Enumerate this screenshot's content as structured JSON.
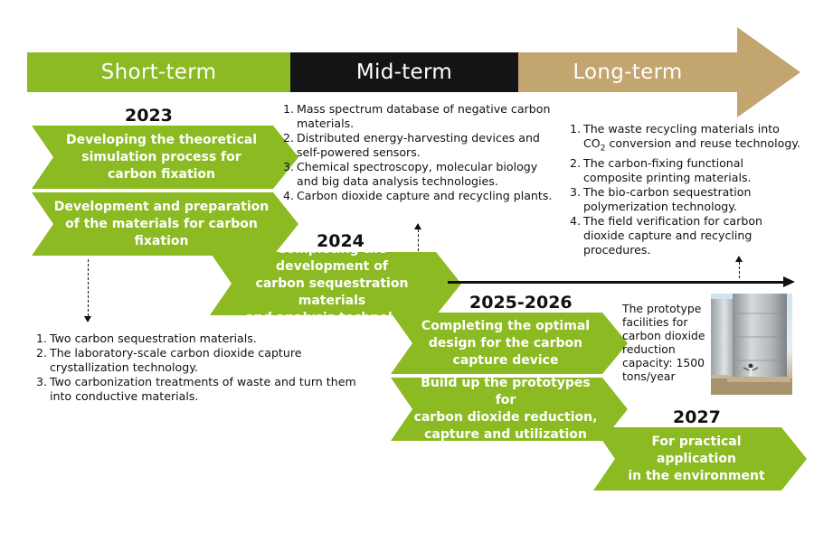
{
  "banner": {
    "short": "Short-term",
    "mid": "Mid-term",
    "long": "Long-term"
  },
  "years": {
    "y2023": "2023",
    "y2024": "2024",
    "y2025": "2025-2026",
    "y2027": "2027"
  },
  "milestones": {
    "m1": [
      "Developing the theoretical",
      "simulation process for",
      "carbon fixation"
    ],
    "m2": [
      "Development and preparation",
      "of the materials for carbon",
      "fixation"
    ],
    "m3": [
      "Completing the development of",
      "carbon sequestration materials",
      "and analysis technology"
    ],
    "m4": [
      "Completing the optimal",
      "design for the carbon",
      "capture device"
    ],
    "m5": [
      "Build up the prototypes for",
      "carbon dioxide reduction,",
      "capture  and utilization"
    ],
    "m6": [
      "For practical application",
      "in the environment"
    ]
  },
  "short_term_list": [
    {
      "num": "1.",
      "lines": [
        "Two carbon sequestration materials."
      ]
    },
    {
      "num": "2.",
      "lines": [
        "The laboratory-scale carbon dioxide capture",
        "crystallization technology."
      ]
    },
    {
      "num": "3.",
      "lines": [
        "Two carbonization treatments of waste and turn them",
        "into conductive materials."
      ]
    }
  ],
  "mid_term_list": [
    {
      "num": "1.",
      "lines": [
        "Mass spectrum database of negative carbon",
        "materials."
      ]
    },
    {
      "num": "2.",
      "lines": [
        "Distributed energy-harvesting devices and",
        "self-powered sensors."
      ]
    },
    {
      "num": "3.",
      "lines": [
        "Chemical spectroscopy, molecular biology",
        "and big data analysis technologies."
      ]
    },
    {
      "num": "4.",
      "lines": [
        "Carbon dioxide capture and recycling plants."
      ]
    }
  ],
  "long_term_list": {
    "item1": {
      "num": "1.",
      "line1": "The waste recycling materials into",
      "co_prefix": "CO",
      "co_sub": "2",
      "line2_rest": " conversion and reuse technology."
    },
    "rest": [
      {
        "num": "2.",
        "lines": [
          "The carbon-fixing functional",
          "composite printing materials."
        ]
      },
      {
        "num": "3.",
        "lines": [
          "The bio-carbon sequestration",
          "polymerization technology."
        ]
      },
      {
        "num": "4.",
        "lines": [
          "The field verification for carbon",
          "dioxide capture and recycling",
          "procedures."
        ]
      }
    ]
  },
  "photo_caption": [
    "The prototype",
    "facilities for",
    "carbon dioxide",
    "reduction",
    "capacity: 1500",
    "tons/year"
  ],
  "colors": {
    "green": "#8cba22",
    "black": "#141417",
    "tan": "#c3a56f"
  }
}
